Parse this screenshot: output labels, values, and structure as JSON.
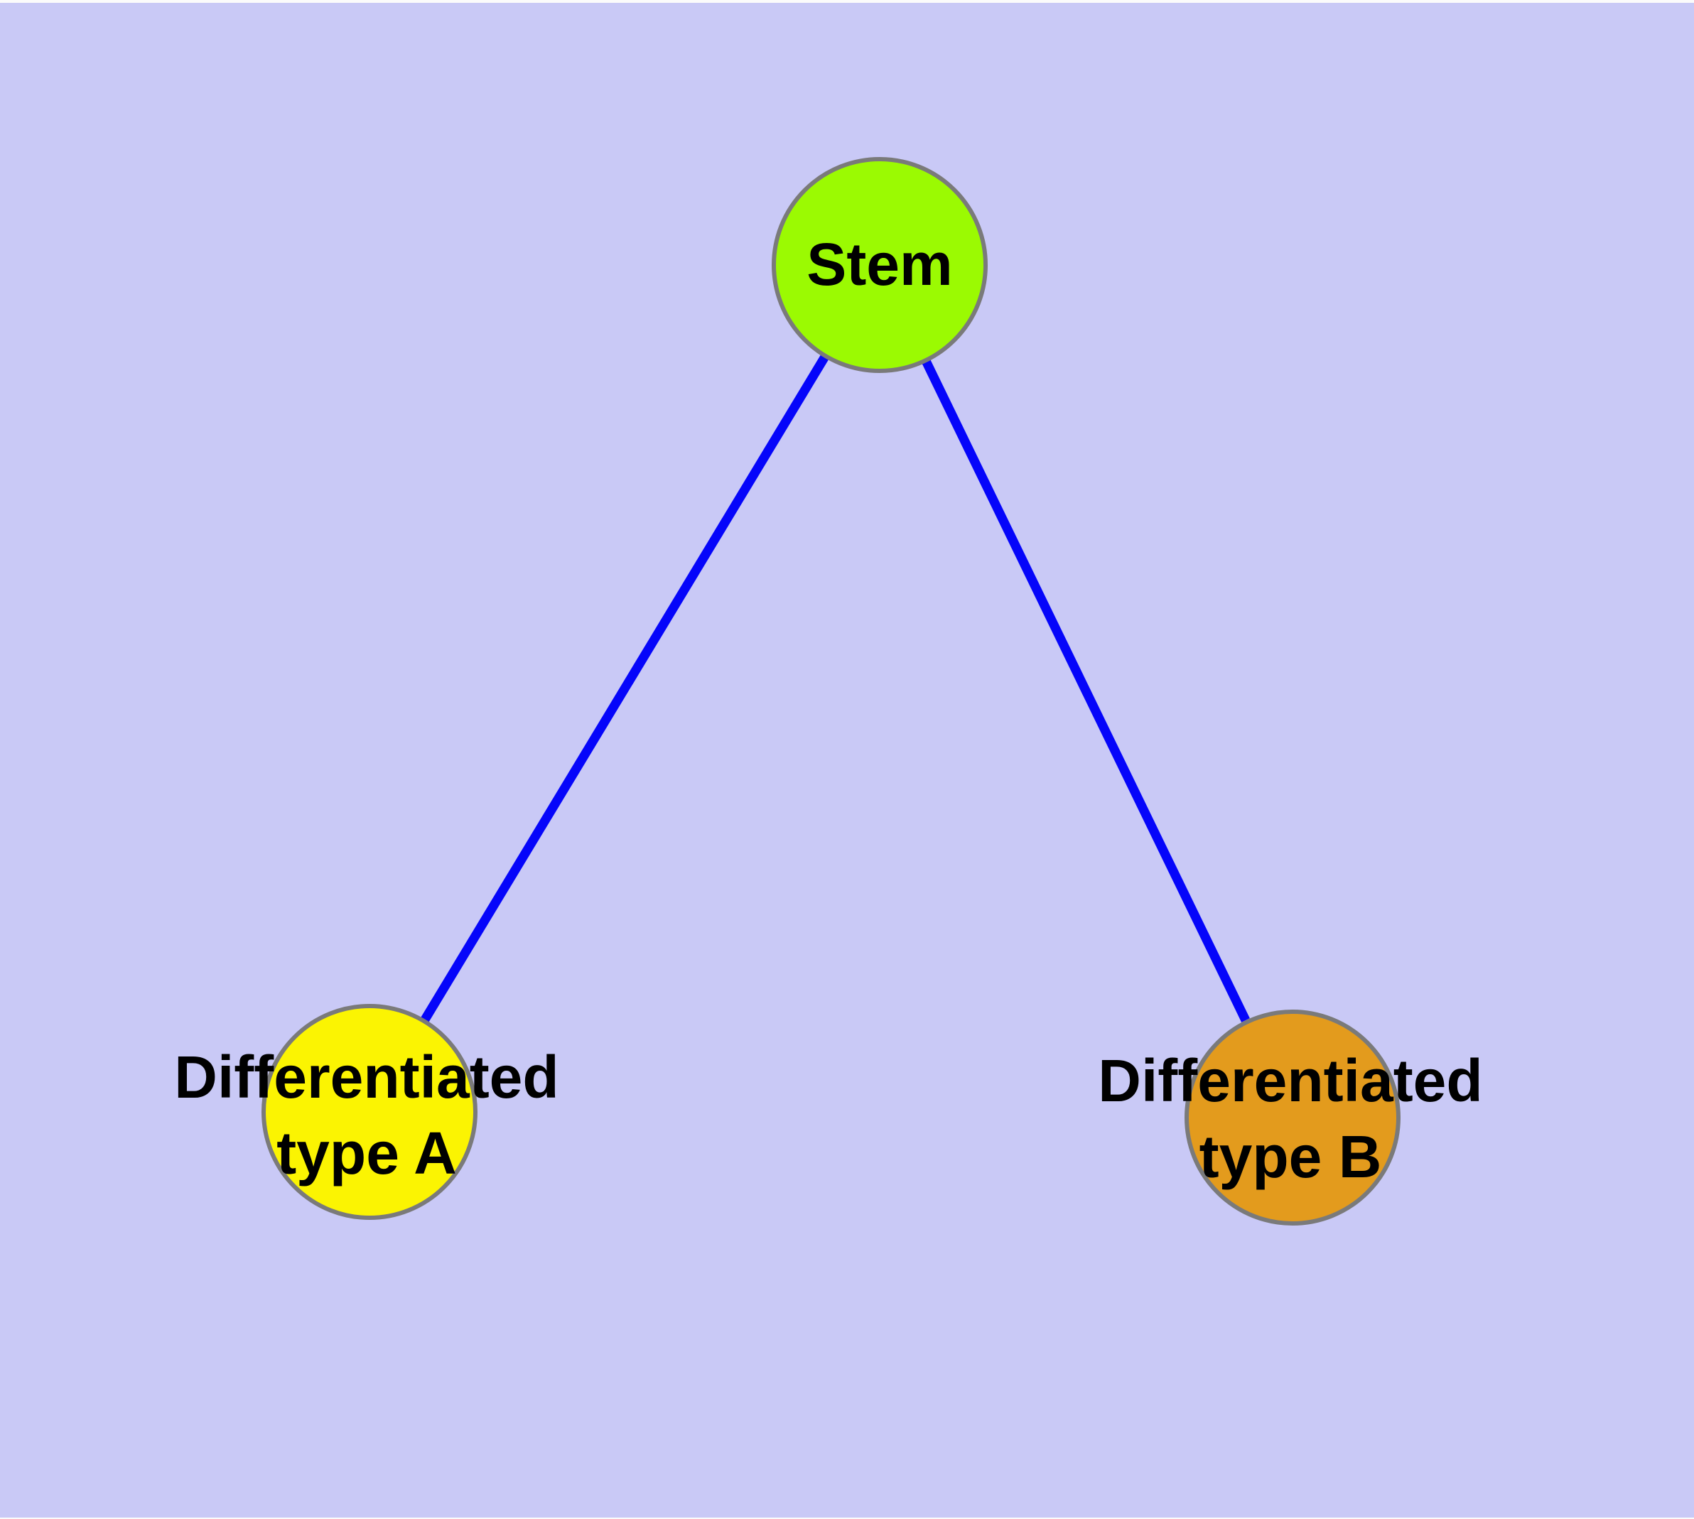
{
  "diagram": {
    "kind": "node-link-graph",
    "description": "Stem cell differentiation graph: Stem node connected to two differentiated cell type nodes"
  },
  "colors": {
    "background": "#C9C9F6",
    "top_margin": "#FBFBFB",
    "bottom_margin": "#FBFBFB",
    "label": "#000000",
    "node_border": "#7A7A7A",
    "edge": "#0505FA"
  },
  "nodes": {
    "stem": {
      "label": "Stem",
      "fill": "#9BFA02"
    },
    "type_a": {
      "label_line1": "Differentiated",
      "label_line2": "type A",
      "fill": "#FBF402"
    },
    "type_b": {
      "label_line1": "Differentiated",
      "label_line2": "type B",
      "fill": "#E39B1D"
    }
  },
  "graph": {
    "edges": [
      {
        "from": "Stem",
        "to": "Differentiated type A"
      },
      {
        "from": "Stem",
        "to": "Differentiated type B"
      }
    ]
  }
}
